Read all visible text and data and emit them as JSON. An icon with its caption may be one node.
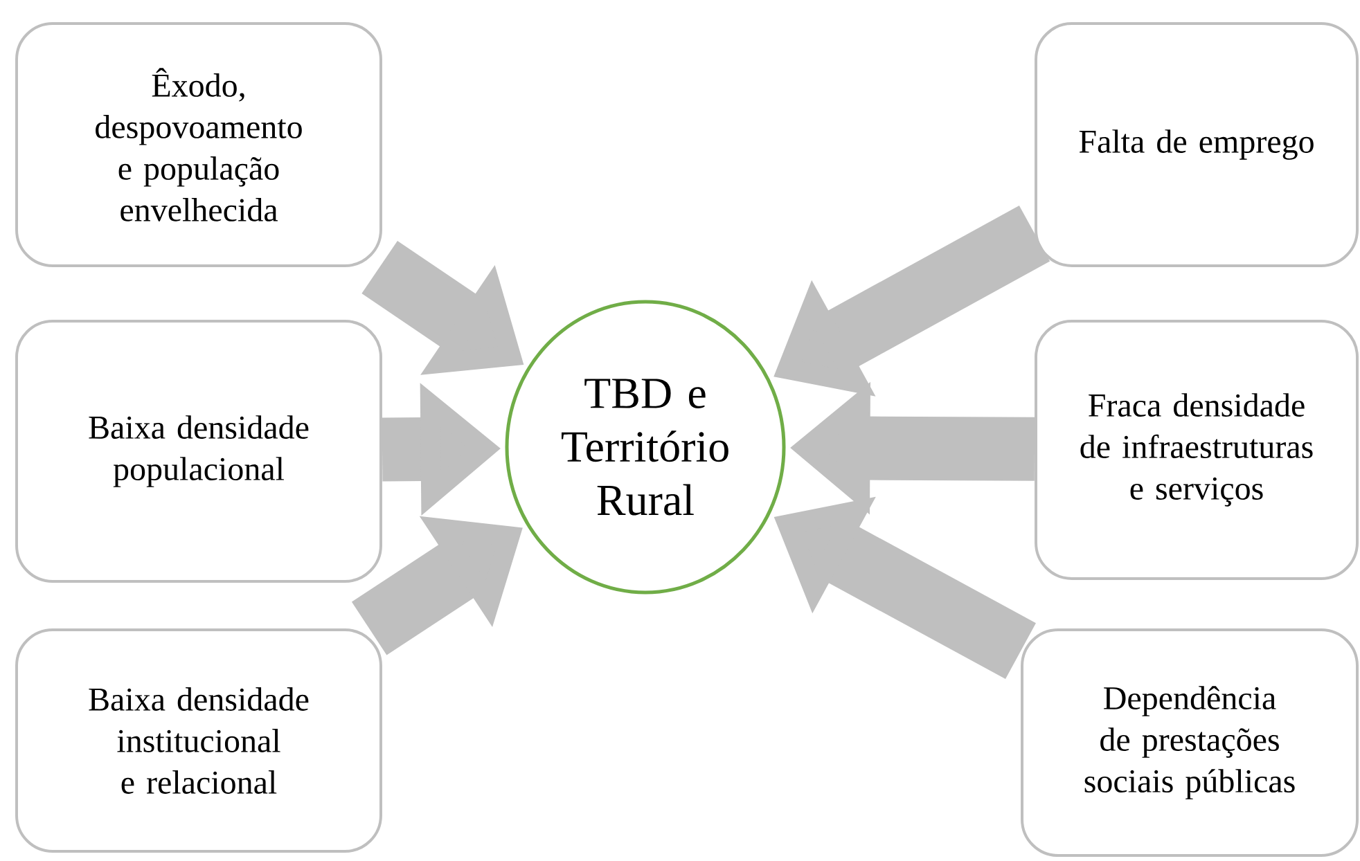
{
  "diagram": {
    "nodes": [
      {
        "text": [
          "Êxodo, despovoamento e população envelhecida"
        ]
      },
      {
        "text": [
          "Falta de emprego"
        ]
      },
      {
        "text": [
          "Baixa densidade populacional"
        ]
      },
      {
        "text": [
          "TBD e Território Rural"
        ]
      },
      {
        "text": [
          "Fraca densidade de infraestruturas e serviços"
        ]
      },
      {
        "text": [
          "Baixa densidade institucional e relacional"
        ]
      },
      {
        "text": [
          "Dependência de prestações sociais públicas"
        ]
      }
    ],
    "edges": [
      {
        "from": 0,
        "to": 3,
        "arrow": "to"
      },
      {
        "from": 1,
        "to": 3,
        "arrow": "to"
      },
      {
        "from": 2,
        "to": 3,
        "arrow": "to"
      },
      {
        "from": 4,
        "to": 3,
        "arrow": "to"
      },
      {
        "from": 5,
        "to": 3,
        "arrow": "to"
      },
      {
        "from": 6,
        "to": 3,
        "arrow": "to"
      }
    ]
  }
}
